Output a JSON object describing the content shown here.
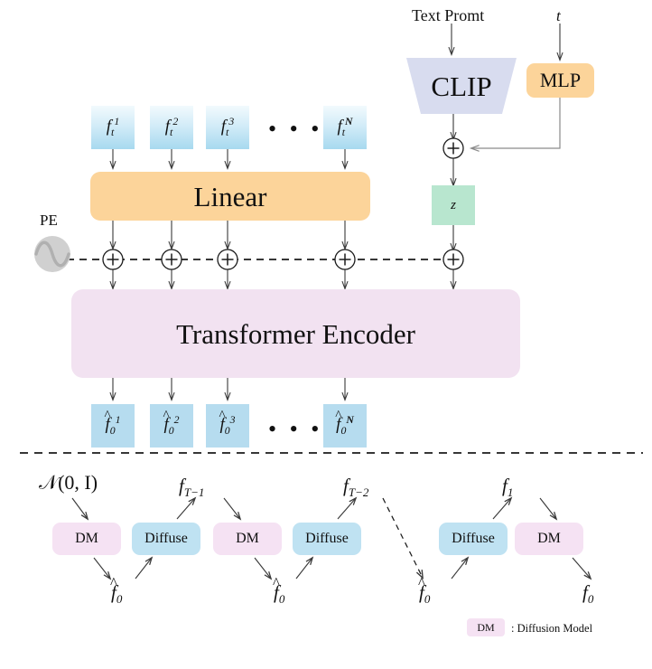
{
  "figure": {
    "title": "Diffusion transformer architecture with CLIP text conditioning and iterative denoising chain",
    "colors": {
      "token_input_top": "#f2fafd",
      "token_input_bottom": "#a7d9ef",
      "token_output": "#b6dcef",
      "linear": "#fcd49a",
      "mlp": "#fcd49a",
      "encoder": "#f2e2f1",
      "clip": "#d8dcef",
      "z": "#b8e6cf",
      "dm": "#f5e2f3",
      "diffuse": "#bfe2f2",
      "arrow": "#3a3a3a",
      "pe_circle": "#d0d0d0"
    }
  },
  "top": {
    "text_prompt_label": "Text Promt",
    "timestep_label": "t",
    "clip_label": "CLIP",
    "mlp_label": "MLP",
    "z_label": "z",
    "add_symbol": "+"
  },
  "encoder_stack": {
    "input_tokens": [
      {
        "base": "f",
        "sub": "t",
        "sup": "1"
      },
      {
        "base": "f",
        "sub": "t",
        "sup": "2"
      },
      {
        "base": "f",
        "sub": "t",
        "sup": "3"
      },
      {
        "base": "f",
        "sub": "t",
        "sup": "N"
      }
    ],
    "input_ellipsis": "• • •",
    "linear_label": "Linear",
    "pe_label": "PE",
    "encoder_label": "Transformer Encoder",
    "output_tokens": [
      {
        "base": "f",
        "sub": "0",
        "sup": "1",
        "hat": "^"
      },
      {
        "base": "f",
        "sub": "0",
        "sup": "2",
        "hat": "^"
      },
      {
        "base": "f",
        "sub": "0",
        "sup": "3",
        "hat": "^"
      },
      {
        "base": "f",
        "sub": "0",
        "sup": "N",
        "hat": "^"
      }
    ],
    "output_ellipsis": "• • •",
    "plus_count": 5
  },
  "chain": {
    "noise_label": "𝒩(0, I)",
    "steps": [
      {
        "name": "DM",
        "type": "dm"
      },
      {
        "name": "Diffuse",
        "type": "diffuse"
      },
      {
        "name": "DM",
        "type": "dm"
      },
      {
        "name": "Diffuse",
        "type": "diffuse"
      },
      {
        "name": "Diffuse",
        "type": "diffuse"
      },
      {
        "name": "DM",
        "type": "dm"
      }
    ],
    "upper_labels": [
      {
        "base": "f",
        "sub": "T−1"
      },
      {
        "base": "f",
        "sub": "T−2"
      },
      {
        "base": "f",
        "sub": "1"
      }
    ],
    "lower_labels": [
      {
        "base": "f",
        "sub": "0",
        "hat": "^"
      },
      {
        "base": "f",
        "sub": "0",
        "hat": "^"
      },
      {
        "base": "f",
        "sub": "0",
        "hat": "^"
      },
      {
        "base": "f",
        "sub": "0",
        "hat": ""
      }
    ]
  },
  "legend": {
    "chip_label": "DM",
    "description": ": Diffusion Model"
  }
}
